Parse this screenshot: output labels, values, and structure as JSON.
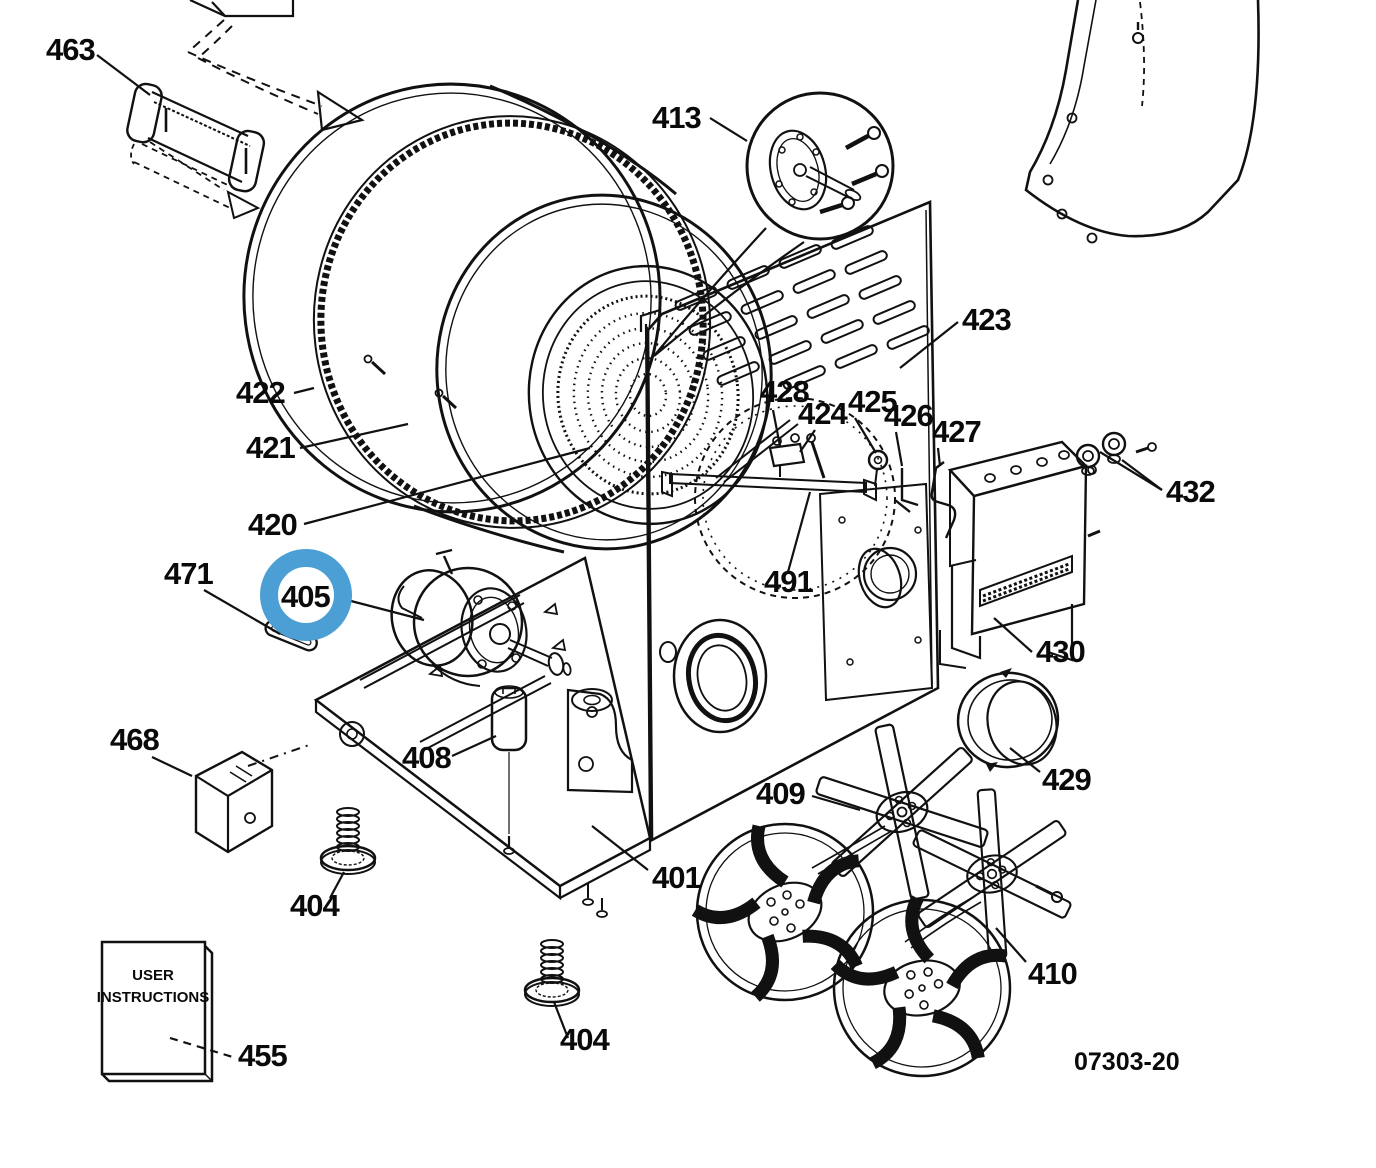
{
  "labels": {
    "p463": "463",
    "p413": "413",
    "p423": "423",
    "p422": "422",
    "p421": "421",
    "p420": "420",
    "p428": "428",
    "p424": "424",
    "p425": "425",
    "p426": "426",
    "p427": "427",
    "p432": "432",
    "p471": "471",
    "p405": "405",
    "p491": "491",
    "p430": "430",
    "p468": "468",
    "p408": "408",
    "p429": "429",
    "p409": "409",
    "p404_left": "404",
    "p401": "401",
    "p410": "410",
    "p404_bottom": "404",
    "p455": "455"
  },
  "booklet": {
    "line1": "USER",
    "line2": "INSTRUCTIONS"
  },
  "footer": {
    "drawing_number": "07303-20"
  },
  "colors": {
    "highlight_ring": "#4b9fd4",
    "ink": "#111111",
    "background": "#ffffff"
  }
}
